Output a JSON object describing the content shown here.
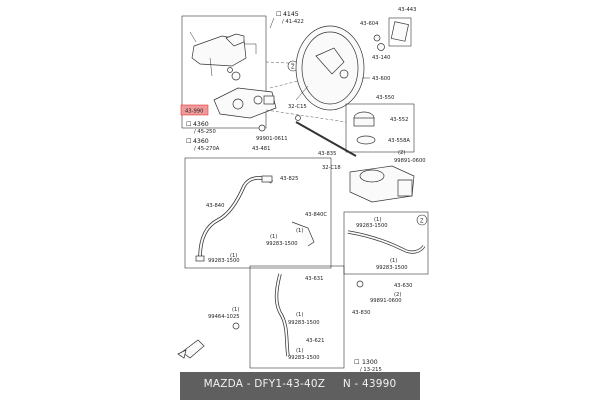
{
  "labels": {
    "ref_4145": "4145",
    "ref_41422": "/ 41-422",
    "ref_4360a": "4360",
    "ref_45250": "/ 45-250",
    "ref_4360b": "4360",
    "ref_45270a": "/ 45-270A",
    "p43990": "43-990",
    "p99901": "99901-0611",
    "p43604": "43-604",
    "p43140": "43-140",
    "p43443": "43-443",
    "p43600": "43-600",
    "p32c15": "32-C15",
    "p43835": "43-835",
    "p32c18": "32-C18",
    "p43550": "43-550",
    "p43552": "43-552",
    "p43558a": "43-558A",
    "p99891a": "99891-0600",
    "p43481": "43-481",
    "p43825": "43-825",
    "p43840": "43-840",
    "p43840c": "43-840C",
    "p99283a": "99283-1500",
    "p99283b": "99283-1500",
    "p99283c": "99283-1500",
    "p99283d": "99283-1500",
    "p99283e": "99283-1500",
    "p99283f": "99283-1500",
    "p43630": "43-630",
    "p99891b": "99891-0600",
    "p43631": "43-631",
    "p43830": "43-830",
    "p99464": "99464-1025",
    "p43621": "43-621",
    "ref_1300": "1300",
    "ref_13215": "/ 13-215",
    "qty1": "(1)",
    "qty2": "(2)"
  },
  "highlight_color": "#e53935",
  "footer": {
    "text": "MAZDA - DFY1-43-40Z     N - 43990"
  }
}
